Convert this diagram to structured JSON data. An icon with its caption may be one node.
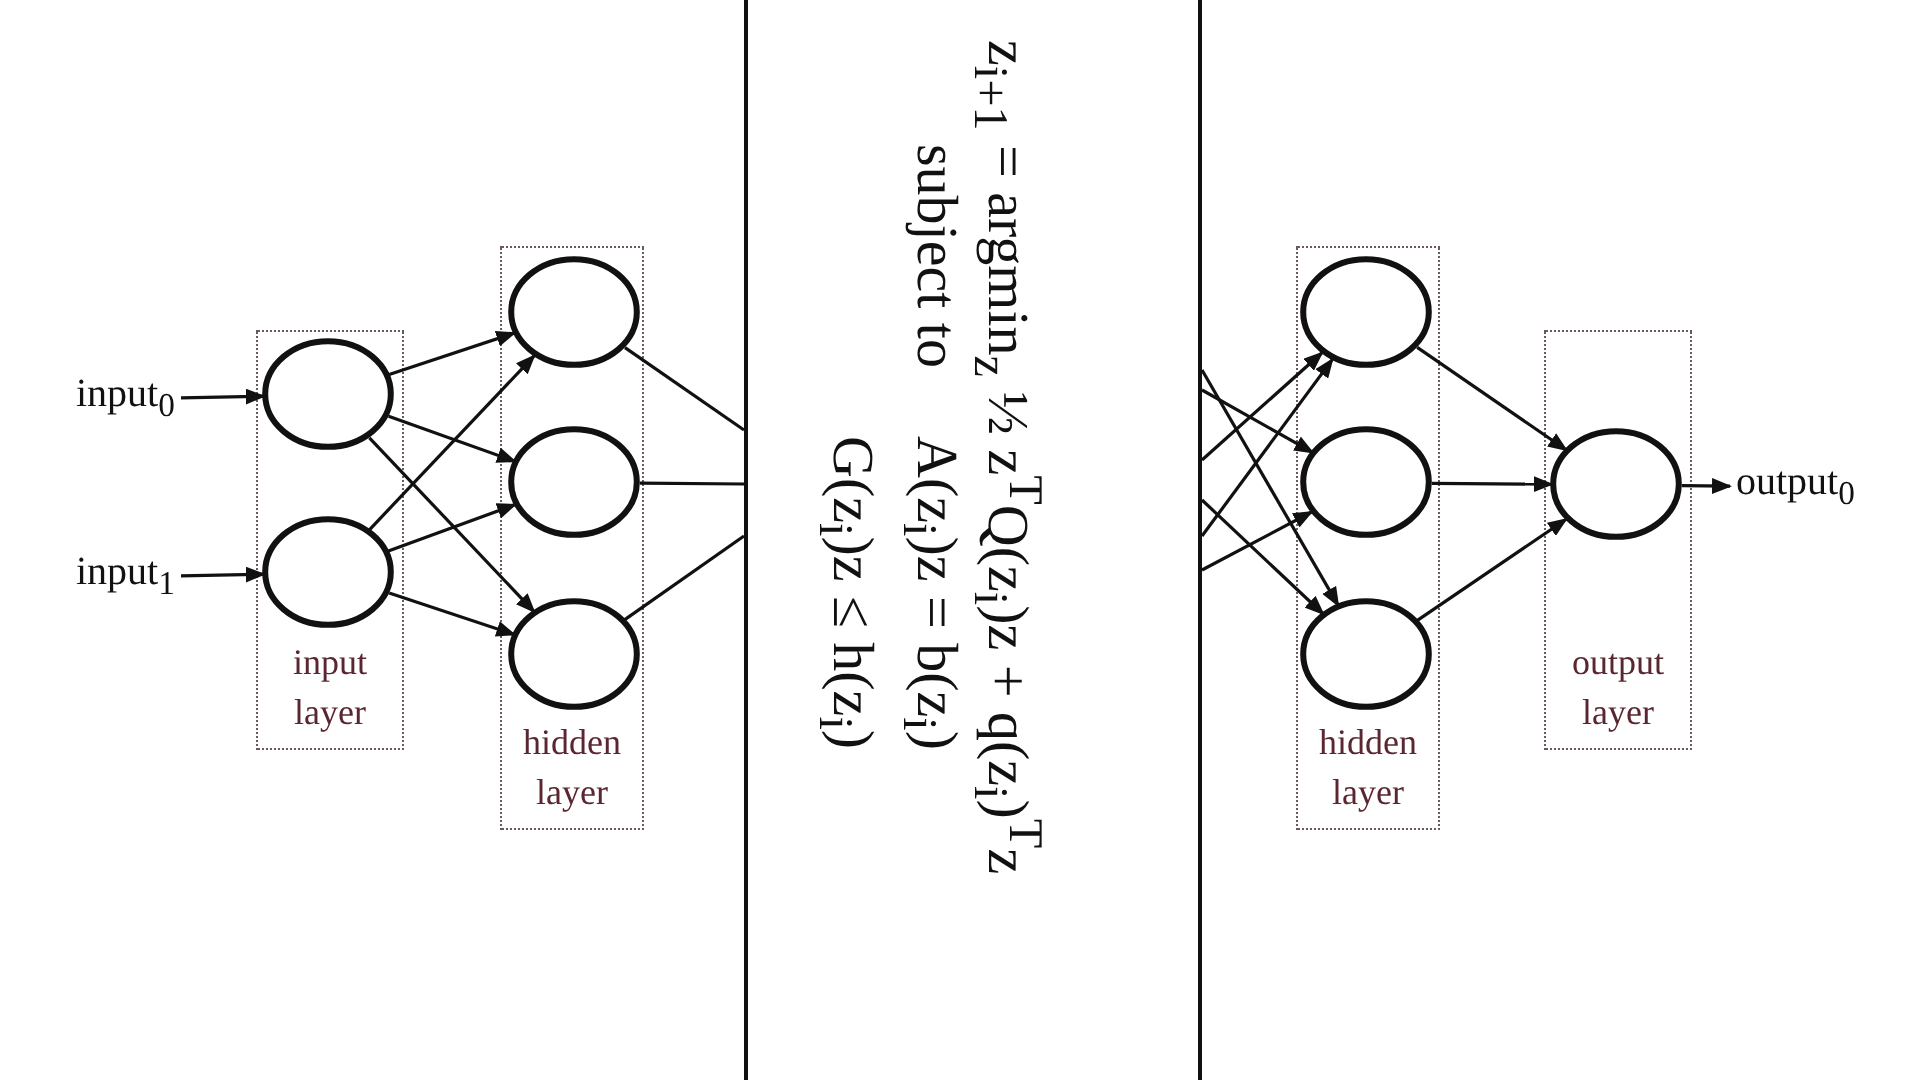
{
  "diagram": {
    "nodes": [
      {
        "text": [
          "input$_{0}$"
        ]
      },
      {
        "text": [
          "input$_{1}$"
        ]
      },
      {
        "text": [
          "input layer"
        ]
      },
      {
        "text": [],
        "shape": "circle",
        "in": 2
      },
      {
        "text": [],
        "shape": "circle",
        "in": 2
      },
      {
        "text": [
          "hidden layer"
        ]
      },
      {
        "text": [],
        "shape": "circle",
        "in": 5
      },
      {
        "text": [],
        "shape": "circle",
        "in": 5
      },
      {
        "text": [],
        "shape": "circle",
        "in": 5
      },
      {
        "text": [
          "z$_{i+1}$ = argmin$_{z}$ ½ z$^{T}$Q(z$_{i}$)z + q(z$_{i}$)$^{T}$z",
          "subject to",
          "A(z$_{i}$)z = b(z$_{i}$)",
          "G(z$_{i}$)z ≤ h(z$_{i}$)"
        ]
      },
      {
        "text": [
          "hidden layer"
        ]
      },
      {
        "text": [],
        "shape": "circle",
        "in": 10
      },
      {
        "text": [],
        "shape": "circle",
        "in": 10
      },
      {
        "text": [],
        "shape": "circle",
        "in": 10
      },
      {
        "text": [
          "output layer"
        ]
      },
      {
        "text": [],
        "shape": "circle",
        "in": 14
      },
      {
        "text": [
          "output$_{0}$"
        ]
      }
    ],
    "edges": [
      {
        "from": 0,
        "to": 3,
        "arrow": "to"
      },
      {
        "from": 1,
        "to": 4,
        "arrow": "to"
      },
      {
        "from": 3,
        "to": 6,
        "arrow": "to"
      },
      {
        "from": 3,
        "to": 7,
        "arrow": "to"
      },
      {
        "from": 3,
        "to": 8,
        "arrow": "to"
      },
      {
        "from": 4,
        "to": 6,
        "arrow": "to"
      },
      {
        "from": 4,
        "to": 7,
        "arrow": "to"
      },
      {
        "from": 4,
        "to": 8,
        "arrow": "to"
      },
      {
        "from": 6,
        "to": 9,
        "arrow": "none"
      },
      {
        "from": 7,
        "to": 9,
        "arrow": "none"
      },
      {
        "from": 8,
        "to": 9,
        "arrow": "none"
      },
      {
        "from": 9,
        "to": 11,
        "arrow": "to"
      },
      {
        "from": 9,
        "to": 12,
        "arrow": "to"
      },
      {
        "from": 9,
        "to": 13,
        "arrow": "to"
      },
      {
        "from": 9,
        "to": 11,
        "arrow": "to"
      },
      {
        "from": 9,
        "to": 12,
        "arrow": "to"
      },
      {
        "from": 9,
        "to": 13,
        "arrow": "to"
      },
      {
        "from": 11,
        "to": 15,
        "arrow": "to"
      },
      {
        "from": 12,
        "to": 15,
        "arrow": "to"
      },
      {
        "from": 13,
        "to": 15,
        "arrow": "to"
      },
      {
        "from": 15,
        "to": 16,
        "arrow": "to"
      }
    ]
  }
}
